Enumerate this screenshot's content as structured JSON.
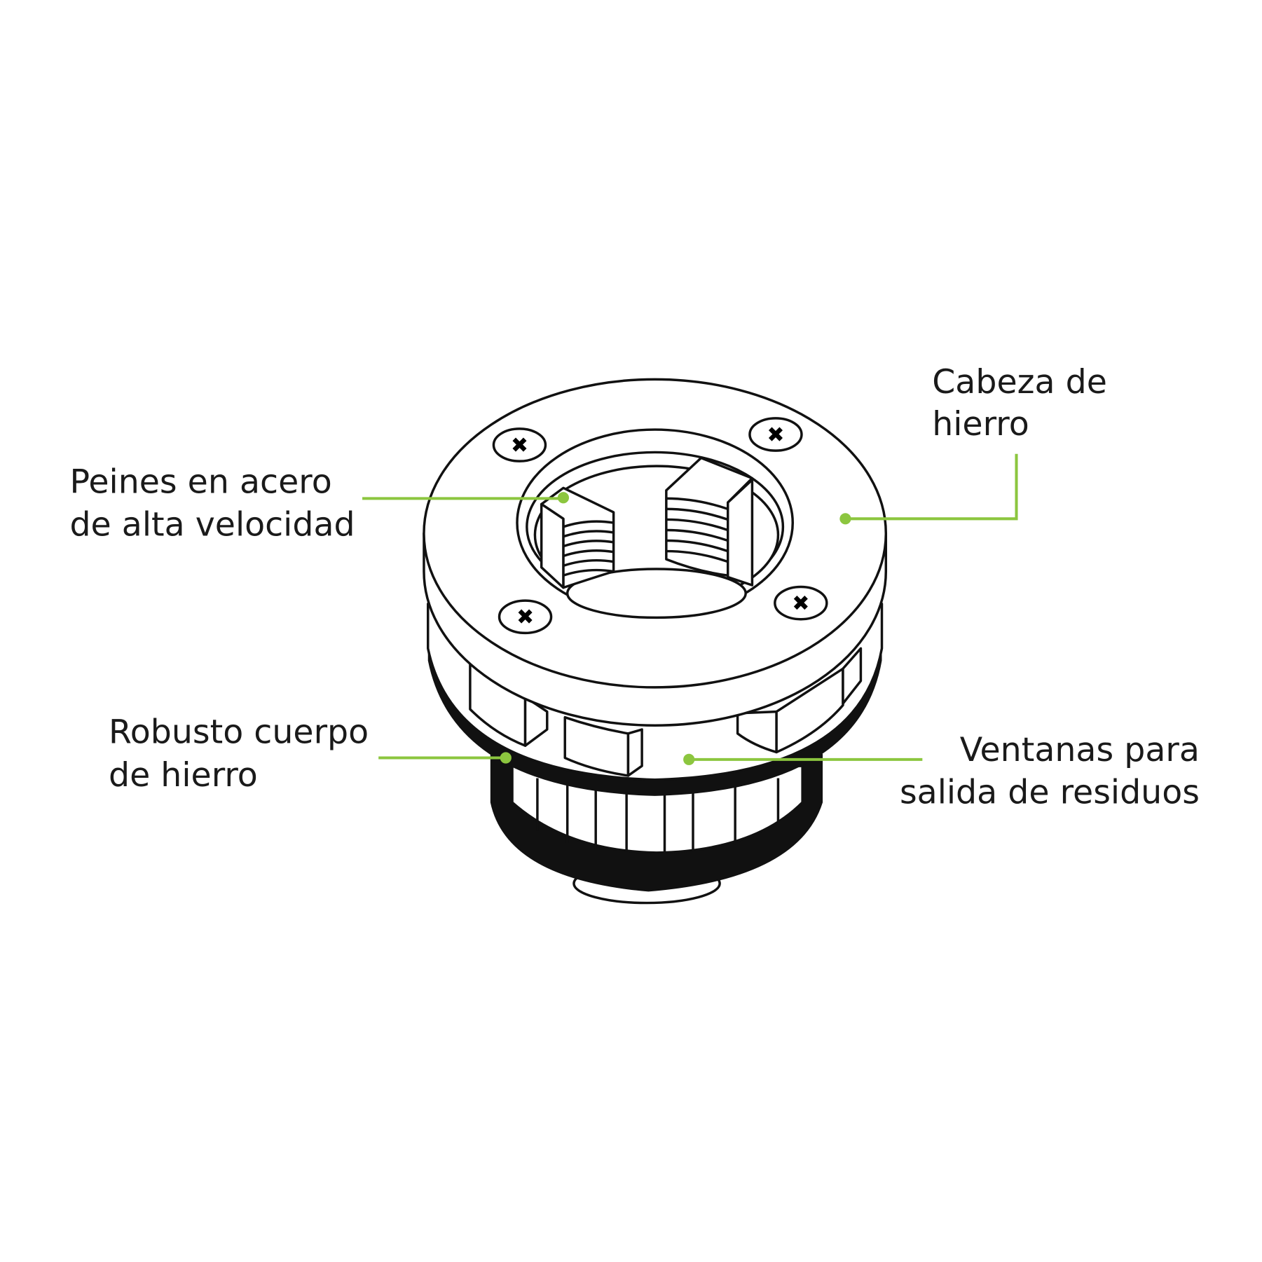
{
  "callouts": {
    "peines": {
      "line1": "Peines en acero",
      "line2": "de alta velocidad"
    },
    "cabeza": {
      "line1": "Cabeza de",
      "line2": "hierro"
    },
    "robusto": {
      "line1": "Robusto cuerpo",
      "line2": "de hierro"
    },
    "ventanas": {
      "line1": "Ventanas para",
      "line2": "salida de residuos"
    }
  },
  "colors": {
    "accent": "#8cc63f",
    "ink": "#111111"
  },
  "screw_icon": "phillips-screw-icon"
}
